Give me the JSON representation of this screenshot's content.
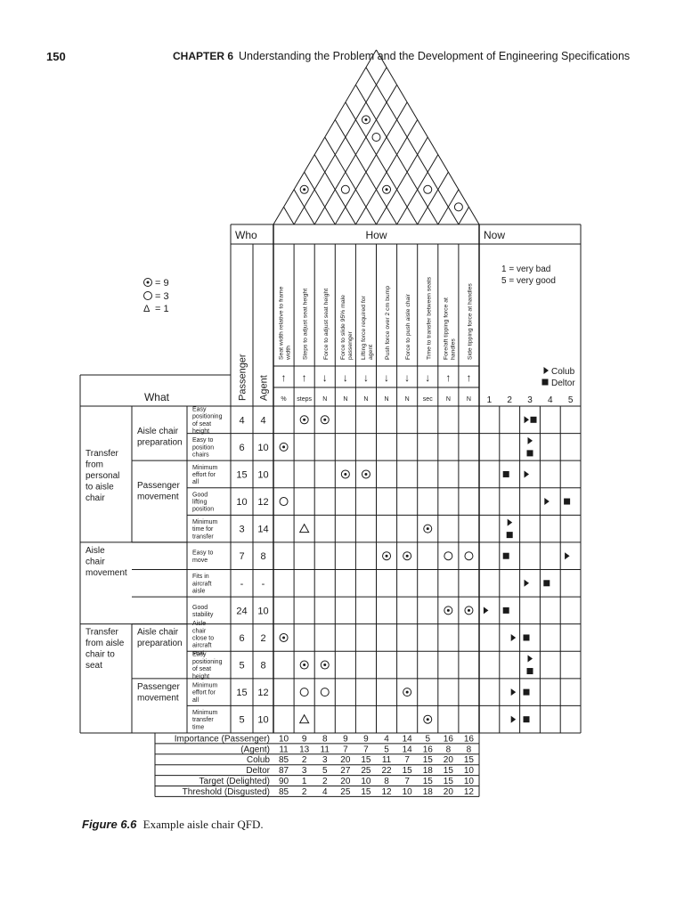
{
  "header": {
    "page_number": "150",
    "chapter_label": "CHAPTER 6",
    "chapter_title": "Understanding the Problem and the Development of Engineering Specifications"
  },
  "caption": {
    "label": "Figure 6.6",
    "text": "Example aisle chair QFD."
  },
  "legend": {
    "symbols": [
      "= 9",
      "= 3",
      "= 1"
    ],
    "delta_glyph": "Δ",
    "scale": [
      "1 = very bad",
      "5 = very good"
    ],
    "competitors": [
      "Colub",
      "Deltor"
    ]
  },
  "sections": {
    "who": "Who",
    "how": "How",
    "now": "Now",
    "what": "What"
  },
  "who_columns": [
    "Passenger",
    "Agent"
  ],
  "how_columns": [
    "Seat width relative to frame width",
    "Steps to adjust seat height",
    "Force to adjust seat height",
    "Force to slide 95% male passenger",
    "Lifting force required for agent",
    "Push force over 2 cm bump",
    "Force to push aisle chair",
    "Time to transfer between seats",
    "Fore/aft tipping force at handles",
    "Side tipping force at handles"
  ],
  "directions": [
    "↑",
    "↑",
    "↓",
    "↓",
    "↓",
    "↓",
    "↓",
    "↓",
    "↑",
    "↑"
  ],
  "units": [
    "%",
    "steps",
    "N",
    "N",
    "N",
    "N",
    "N",
    "sec",
    "N",
    "N"
  ],
  "now_scale": [
    "1",
    "2",
    "3",
    "4",
    "5"
  ],
  "groups": [
    {
      "label": "Transfer from personal to aisle chair",
      "row_start": 0,
      "row_span": 5
    },
    {
      "label": "Aisle chair movement",
      "row_start": 5,
      "row_span": 3
    },
    {
      "label": "Transfer from aisle chair to seat",
      "row_start": 8,
      "row_span": 4
    }
  ],
  "subgroups": [
    {
      "label": "Aisle chair preparation",
      "row_start": 0,
      "row_span": 2
    },
    {
      "label": "Passenger movement",
      "row_start": 2,
      "row_span": 3
    },
    {
      "label": "Aisle chair preparation",
      "row_start": 8,
      "row_span": 2
    },
    {
      "label": "Passenger movement",
      "row_start": 10,
      "row_span": 2
    }
  ],
  "requirements": [
    {
      "label": "Easy positioning of seat height",
      "passenger": "4",
      "agent": "4",
      "rel": [
        [
          "1",
          "9"
        ],
        [
          "2",
          "9"
        ]
      ],
      "colub": 3,
      "deltor": 3,
      "colub_pos": "left",
      "deltor_pos": "right"
    },
    {
      "label": "Easy to position chairs",
      "passenger": "6",
      "agent": "10",
      "rel": [
        [
          "0",
          "9"
        ]
      ],
      "colub": 3,
      "deltor": 3,
      "colub_pos": "top",
      "deltor_pos": "bottom"
    },
    {
      "label": "Minimum effort for all",
      "passenger": "15",
      "agent": "10",
      "rel": [
        [
          "3",
          "9"
        ],
        [
          "4",
          "9"
        ]
      ],
      "colub": 3,
      "deltor": 2,
      "colub_pos": "left",
      "deltor_pos": "left"
    },
    {
      "label": "Good lifting position",
      "passenger": "10",
      "agent": "12",
      "rel": [
        [
          "0",
          "3"
        ]
      ],
      "colub": 4,
      "deltor": 5,
      "colub_pos": "left",
      "deltor_pos": "left"
    },
    {
      "label": "Minimum time for transfer",
      "passenger": "3",
      "agent": "14",
      "rel": [
        [
          "1",
          "1"
        ],
        [
          "7",
          "9"
        ]
      ],
      "colub": 2,
      "deltor": 2,
      "colub_pos": "top",
      "deltor_pos": "bottom"
    },
    {
      "label": "Easy to move",
      "passenger": "7",
      "agent": "8",
      "rel": [
        [
          "5",
          "9"
        ],
        [
          "6",
          "9"
        ],
        [
          "8",
          "3"
        ],
        [
          "9",
          "3"
        ]
      ],
      "colub": 5,
      "deltor": 2,
      "colub_pos": "left",
      "deltor_pos": "left"
    },
    {
      "label": "Fits in aircraft aisle",
      "passenger": "-",
      "agent": "-",
      "rel": [],
      "colub": 3,
      "deltor": 4,
      "colub_pos": "left",
      "deltor_pos": "left"
    },
    {
      "label": "Good stability",
      "passenger": "24",
      "agent": "10",
      "rel": [
        [
          "8",
          "9"
        ],
        [
          "9",
          "9"
        ]
      ],
      "colub": 1,
      "deltor": 2,
      "colub_pos": "left",
      "deltor_pos": "left"
    },
    {
      "label": "Aisle chair close to aircraft seat",
      "passenger": "6",
      "agent": "2",
      "rel": [
        [
          "0",
          "9"
        ]
      ],
      "colub": 2,
      "deltor": 3,
      "colub_pos": "right",
      "deltor_pos": "left"
    },
    {
      "label": "Easy positioning of seat height",
      "passenger": "5",
      "agent": "8",
      "rel": [
        [
          "1",
          "9"
        ],
        [
          "2",
          "9"
        ]
      ],
      "colub": 3,
      "deltor": 3,
      "colub_pos": "top",
      "deltor_pos": "bottom"
    },
    {
      "label": "Minimum effort for all",
      "passenger": "15",
      "agent": "12",
      "rel": [
        [
          "1",
          "3"
        ],
        [
          "2",
          "3"
        ],
        [
          "6",
          "9"
        ]
      ],
      "colub": 2,
      "deltor": 3,
      "colub_pos": "right",
      "deltor_pos": "left"
    },
    {
      "label": "Minimum transfer time",
      "passenger": "5",
      "agent": "10",
      "rel": [
        [
          "1",
          "1"
        ],
        [
          "7",
          "9"
        ]
      ],
      "colub": 2,
      "deltor": 3,
      "colub_pos": "right",
      "deltor_pos": "left"
    }
  ],
  "bottom_rows": [
    {
      "label": "Importance (Passenger)",
      "values": [
        "10",
        "9",
        "8",
        "9",
        "9",
        "4",
        "14",
        "5",
        "16",
        "16"
      ]
    },
    {
      "label": "(Agent)",
      "values": [
        "11",
        "13",
        "11",
        "7",
        "7",
        "5",
        "14",
        "16",
        "8",
        "8"
      ]
    },
    {
      "label": "Colub",
      "values": [
        "85",
        "2",
        "3",
        "20",
        "15",
        "11",
        "7",
        "15",
        "20",
        "15"
      ]
    },
    {
      "label": "Deltor",
      "values": [
        "87",
        "3",
        "5",
        "27",
        "25",
        "22",
        "15",
        "18",
        "15",
        "10"
      ]
    },
    {
      "label": "Target (Delighted)",
      "values": [
        "90",
        "1",
        "2",
        "20",
        "10",
        "8",
        "7",
        "15",
        "15",
        "10"
      ]
    },
    {
      "label": "Threshold (Disgusted)",
      "values": [
        "85",
        "2",
        "4",
        "25",
        "15",
        "12",
        "10",
        "18",
        "20",
        "12"
      ]
    }
  ],
  "roof": [
    {
      "i": 1,
      "j": 7,
      "sym": "9"
    },
    {
      "i": 2,
      "j": 7,
      "sym": "3"
    },
    {
      "i": 0,
      "j": 2,
      "sym": "9"
    },
    {
      "i": 2,
      "j": 4,
      "sym": "3"
    },
    {
      "i": 4,
      "j": 6,
      "sym": "9"
    },
    {
      "i": 6,
      "j": 8,
      "sym": "3"
    },
    {
      "i": 8,
      "j": 9,
      "sym": "3"
    }
  ]
}
